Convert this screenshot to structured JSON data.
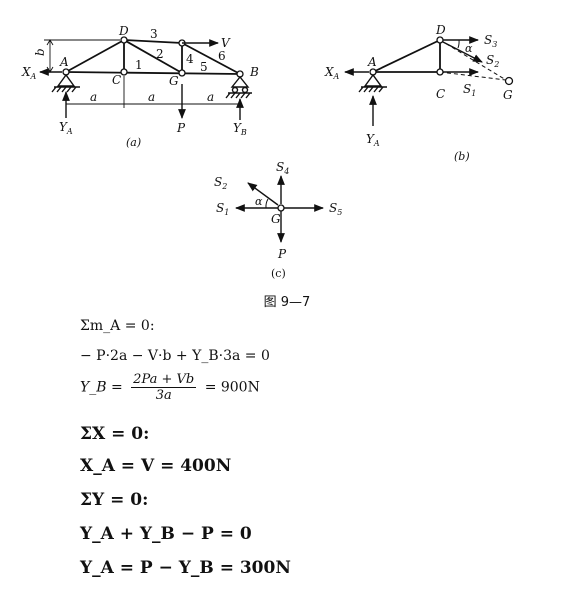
{
  "figure_a": {
    "nodes": {
      "A": "A",
      "B": "B",
      "C": "C",
      "D": "D",
      "G": "G"
    },
    "members": {
      "m1": "1",
      "m2": "2",
      "m3": "3",
      "m4": "4",
      "m5": "5",
      "m6": "6"
    },
    "loads": {
      "V": "V",
      "P": "P",
      "XA": "X",
      "XA_sub": "A",
      "YA": "Y",
      "YA_sub": "A",
      "YB": "Y",
      "YB_sub": "B"
    },
    "dims": {
      "b": "b",
      "a1": "a",
      "a2": "a",
      "a3": "a"
    },
    "label": "(a)"
  },
  "figure_b": {
    "nodes": {
      "A": "A",
      "C": "C",
      "D": "D",
      "G": "G"
    },
    "forces": {
      "XA": "X",
      "XA_sub": "A",
      "YA": "Y",
      "YA_sub": "A",
      "S1": "S",
      "S1_sub": "1",
      "S2": "S",
      "S2_sub": "2",
      "S3": "S",
      "S3_sub": "3"
    },
    "angle": "α",
    "label": "(b)"
  },
  "figure_c": {
    "node": "G",
    "forces": {
      "S1": "S",
      "S1_sub": "1",
      "S2": "S",
      "S2_sub": "2",
      "S4": "S",
      "S4_sub": "4",
      "S5": "S",
      "S5_sub": "5",
      "P": "P"
    },
    "angle": "α",
    "label": "(c)"
  },
  "caption": "图 9—7",
  "equations": {
    "eq1": "Σm_A = 0:",
    "eq2": "− P·2a − V·b + Y_B·3a = 0",
    "eq3": {
      "lhs": "Y_B =",
      "num": "2Pa + Vb",
      "den": "3a",
      "rhs": "= 900N"
    },
    "eq4": "ΣX = 0:",
    "eq5": "X_A = V = 400N",
    "eq6": "ΣY = 0:",
    "eq7": "Y_A + Y_B − P = 0",
    "eq8": "Y_A = P − Y_B = 300N"
  }
}
